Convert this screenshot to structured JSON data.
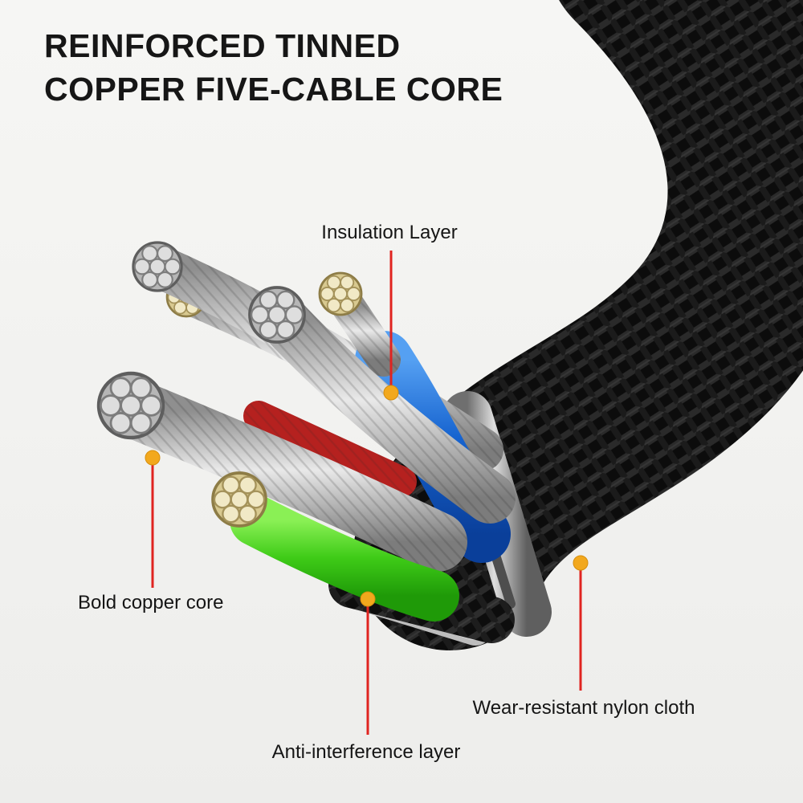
{
  "title": {
    "line1": "REINFORCED TINNED",
    "line2": "COPPER FIVE-CABLE CORE"
  },
  "labels": {
    "insulation": "Insulation Layer",
    "copper_core": "Bold copper core",
    "anti_interference": "Anti-interference layer",
    "nylon": "Wear-resistant nylon cloth"
  },
  "colors": {
    "background": "#f3f3f1",
    "title_text": "#161616",
    "label_text": "#151515",
    "leader_line": "#e02420",
    "marker_dot": "#f2a81d",
    "cable_braid_black": "#0d0d0d",
    "wire_silver": "#c6c6c6",
    "wire_beige": "#e6daab",
    "wire_blue": "#1663cf",
    "wire_green": "#3ecb17",
    "wire_red": "#c0262c",
    "shield_metal": "#cccccc"
  }
}
